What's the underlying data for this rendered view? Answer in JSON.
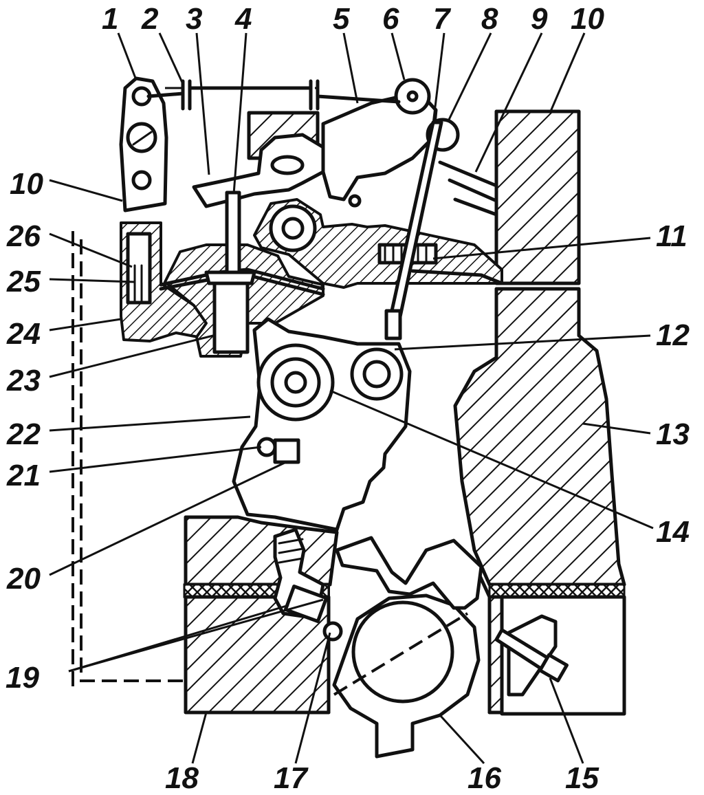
{
  "callouts": [
    {
      "id": "c1",
      "text": "1"
    },
    {
      "id": "c2",
      "text": "2"
    },
    {
      "id": "c3",
      "text": "3"
    },
    {
      "id": "c4",
      "text": "4"
    },
    {
      "id": "c5",
      "text": "5"
    },
    {
      "id": "c6",
      "text": "6"
    },
    {
      "id": "c7",
      "text": "7"
    },
    {
      "id": "c8",
      "text": "8"
    },
    {
      "id": "c9",
      "text": "9"
    },
    {
      "id": "c10a",
      "text": "10"
    },
    {
      "id": "c10b",
      "text": "10"
    },
    {
      "id": "c11",
      "text": "11"
    },
    {
      "id": "c12",
      "text": "12"
    },
    {
      "id": "c13",
      "text": "13"
    },
    {
      "id": "c14",
      "text": "14"
    },
    {
      "id": "c15",
      "text": "15"
    },
    {
      "id": "c16",
      "text": "16"
    },
    {
      "id": "c17",
      "text": "17"
    },
    {
      "id": "c18",
      "text": "18"
    },
    {
      "id": "c19",
      "text": "19"
    },
    {
      "id": "c20",
      "text": "20"
    },
    {
      "id": "c21",
      "text": "21"
    },
    {
      "id": "c22",
      "text": "22"
    },
    {
      "id": "c23",
      "text": "23"
    },
    {
      "id": "c24",
      "text": "24"
    },
    {
      "id": "c25",
      "text": "25"
    },
    {
      "id": "c26",
      "text": "26"
    }
  ]
}
